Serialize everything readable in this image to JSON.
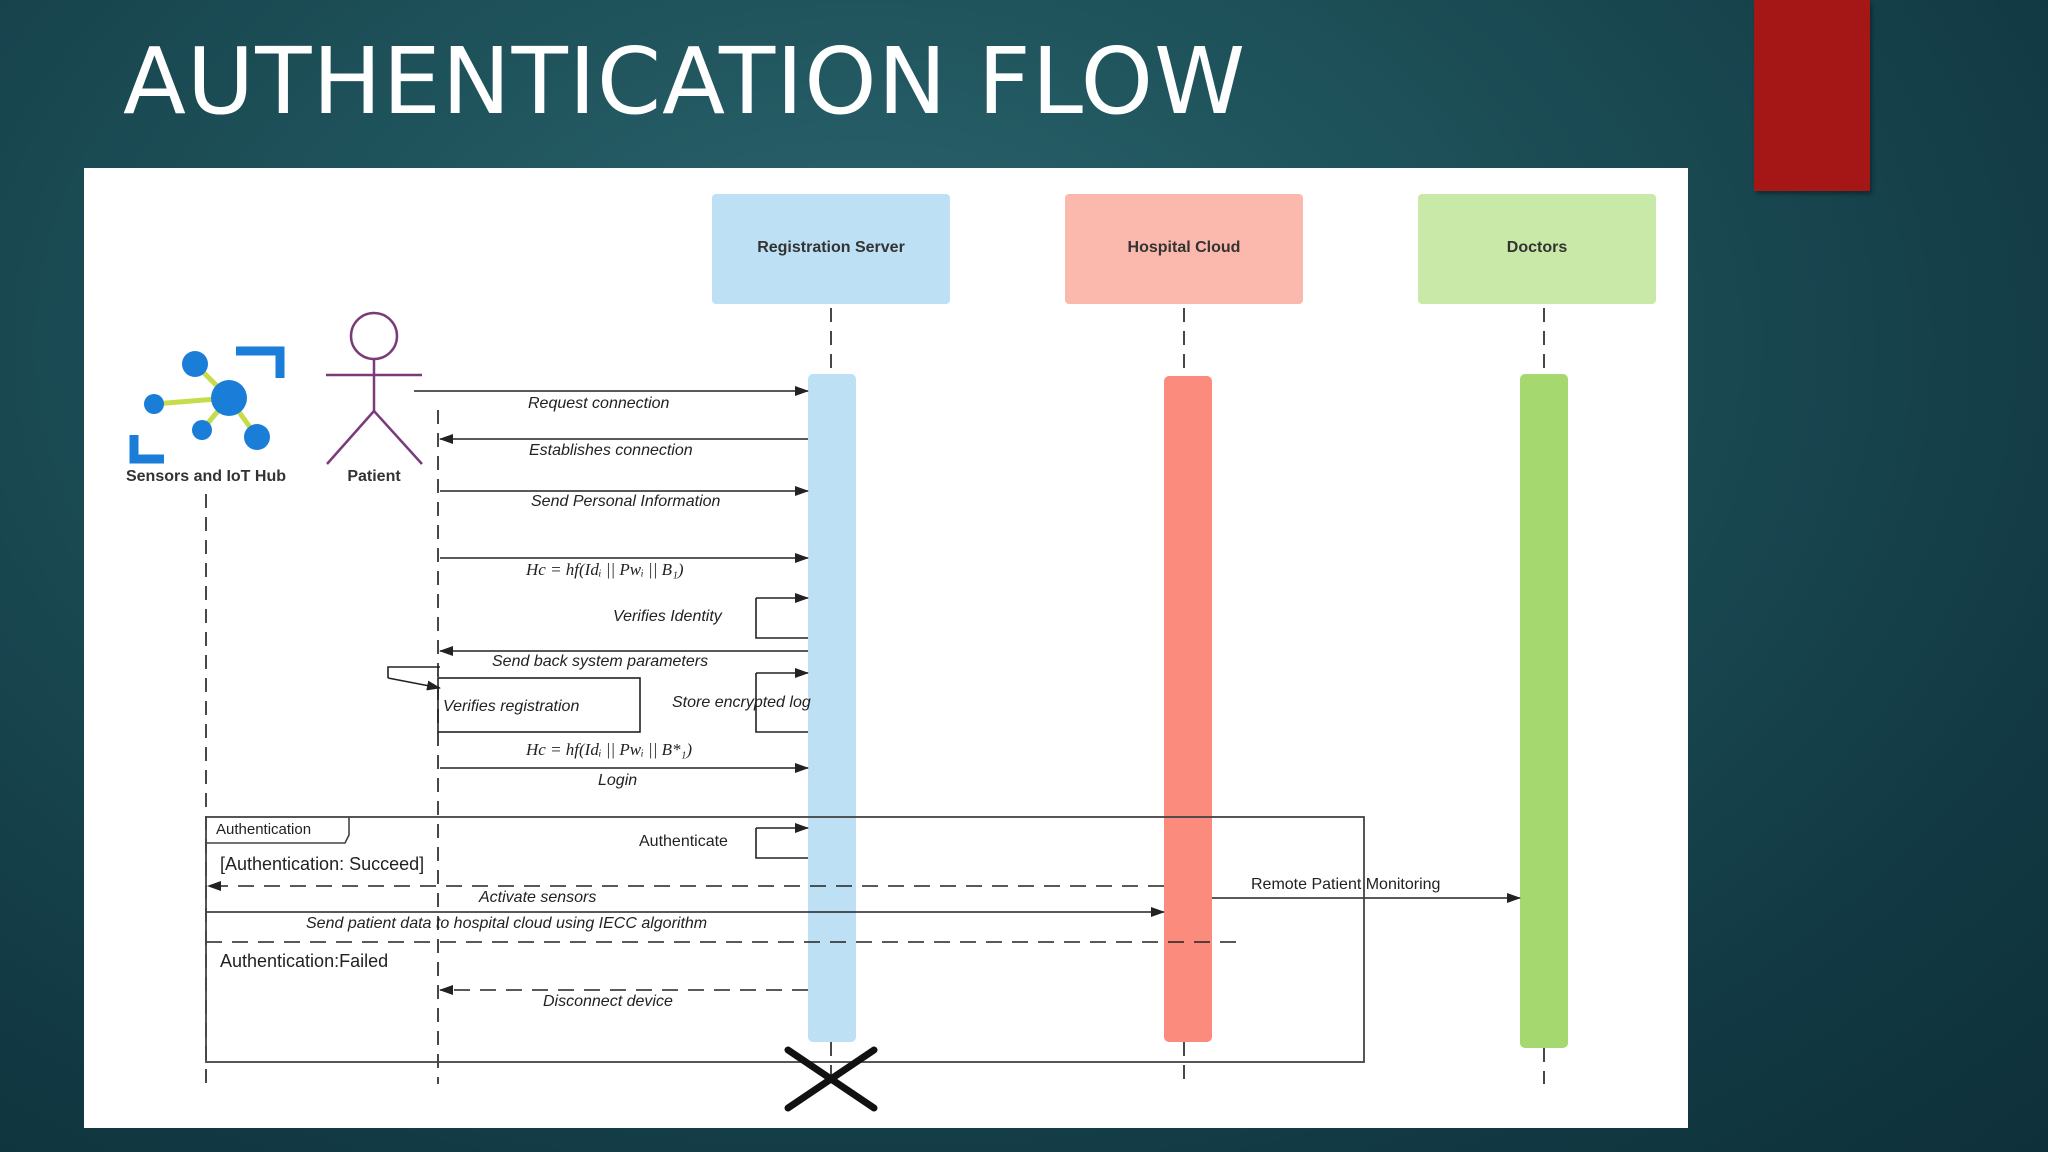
{
  "slide": {
    "title": "AUTHENTICATION FLOW",
    "colors": {
      "accent_bar": "#a51616",
      "registration": "#bde0f4",
      "hospital": "#fbb8ad",
      "doctors": "#c9e9a8"
    }
  },
  "participants": [
    {
      "id": "iot",
      "label": "Sensors and IoT Hub",
      "icon": "iot-network-icon"
    },
    {
      "id": "patient",
      "label": "Patient",
      "icon": "stick-figure-icon"
    },
    {
      "id": "registration",
      "label": "Registration Server"
    },
    {
      "id": "hospital",
      "label": "Hospital Cloud"
    },
    {
      "id": "doctors",
      "label": "Doctors"
    }
  ],
  "messages": [
    {
      "label": "Request connection",
      "from": "patient",
      "to": "registration"
    },
    {
      "label": "Establishes connection",
      "from": "registration",
      "to": "patient"
    },
    {
      "label": "Send Personal Information",
      "from": "patient",
      "to": "registration"
    },
    {
      "label": "Hc = hf(Idᵢ || Pwᵢ || B₁)",
      "from": "patient",
      "to": "registration"
    },
    {
      "label": "Verifies Identity",
      "from": "registration",
      "to": "registration"
    },
    {
      "label": "Send back system parameters",
      "from": "registration",
      "to": "patient"
    },
    {
      "label": "Verifies registration",
      "from": "patient",
      "to": "patient"
    },
    {
      "label": "Store encrypted log",
      "from": "registration",
      "to": "registration"
    },
    {
      "label": "Hc = hf(Idᵢ || Pwᵢ || B*₁)",
      "from": "patient",
      "to": "registration"
    },
    {
      "label": "Login",
      "from": "patient",
      "to": "registration"
    },
    {
      "label": "Authenticate",
      "from": "registration",
      "to": "registration"
    },
    {
      "label": "Activate sensors",
      "from": "hospital",
      "to": "iot"
    },
    {
      "label": "Remote Patient Monitoring",
      "from": "hospital",
      "to": "doctors"
    },
    {
      "label": "Send patient data to hospital cloud using IECC algorithm",
      "from": "iot",
      "to": "hospital"
    },
    {
      "label": "Disconnect device",
      "from": "registration",
      "to": "patient"
    }
  ],
  "fragment": {
    "label": "Authentication",
    "guard_success": "[Authentication: Succeed]",
    "guard_failure": "Authentication:Failed"
  }
}
